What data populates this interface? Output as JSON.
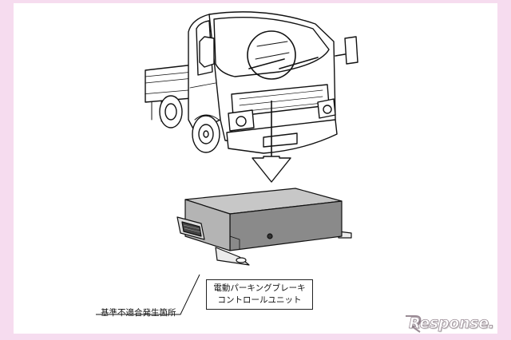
{
  "component_label": {
    "line1": "電動パーキングブレーキ",
    "line2": "コントロールユニット"
  },
  "defect_location_caption": "基準不適合発生箇所",
  "watermark": "Response.",
  "colors": {
    "background": "#f6dcef",
    "panel": "#ffffff",
    "unit_top": "#c7c7c7",
    "unit_front": "#8a8a8a",
    "line": "#111111"
  }
}
